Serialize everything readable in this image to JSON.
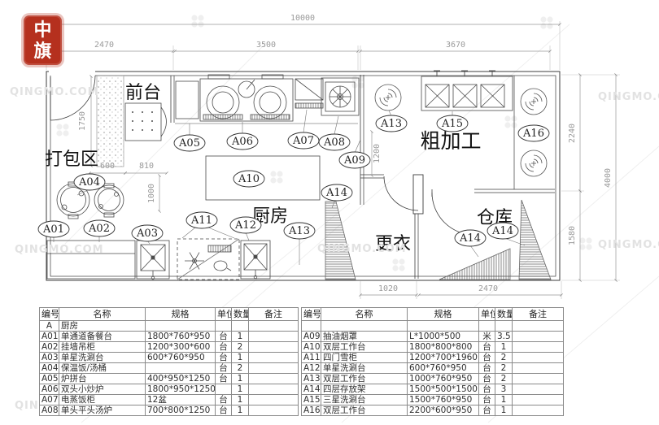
{
  "seal": {
    "char1": "中",
    "char2": "旗"
  },
  "watermark": {
    "text": "QINGMO.COM"
  },
  "plan": {
    "rooms": {
      "front_desk": "前台",
      "packing": "打包区",
      "kitchen": "厨房",
      "rough_prep": "粗加工",
      "changing": "更衣",
      "storage": "仓库"
    },
    "dims": {
      "total": "10000",
      "seg_left": "2470",
      "seg_mid": "3500",
      "seg_right": "3670",
      "entry": "1750",
      "d600": "600",
      "d810": "810",
      "d1000": "1000",
      "d1200": "1200",
      "right_upper": "2240",
      "right_lower": "1580",
      "right_total": "4000",
      "bottom_left": "1020",
      "bottom_right": "2470"
    },
    "tags": [
      "A05",
      "A06",
      "A07",
      "A08",
      "A09",
      "A13",
      "A15",
      "A16",
      "A10",
      "A14",
      "A04",
      "A01",
      "A02",
      "A03",
      "A11",
      "A12",
      "A13",
      "A14",
      "A14"
    ]
  },
  "table": {
    "headers": {
      "id": "编号",
      "name": "名称",
      "spec": "规格",
      "unit": "单位",
      "qty": "数量",
      "note": "备注"
    },
    "category": {
      "id": "A",
      "name": "厨房"
    },
    "category_right": {
      "id": "",
      "name": ""
    },
    "left_rows": [
      {
        "id": "A01",
        "name": "单通道备餐台",
        "spec": "1800*760*950",
        "unit": "台",
        "qty": "1",
        "note": ""
      },
      {
        "id": "A02",
        "name": "挂墙吊柜",
        "spec": "1200*300*600",
        "unit": "台",
        "qty": "2",
        "note": ""
      },
      {
        "id": "A03",
        "name": "单星洗涮台",
        "spec": "600*760*950",
        "unit": "台",
        "qty": "1",
        "note": ""
      },
      {
        "id": "A04",
        "name": "保温饭/汤桶",
        "spec": "",
        "unit": "台",
        "qty": "2",
        "note": ""
      },
      {
        "id": "A05",
        "name": "炉拼台",
        "spec": "400*950*1250",
        "unit": "台",
        "qty": "1",
        "note": ""
      },
      {
        "id": "A06",
        "name": "双头小炒炉",
        "spec": "1800*950*1250",
        "unit": "",
        "qty": "1",
        "note": ""
      },
      {
        "id": "A07",
        "name": "电蒸饭柜",
        "spec": "12盆",
        "unit": "台",
        "qty": "1",
        "note": ""
      },
      {
        "id": "A08",
        "name": "单头平头汤炉",
        "spec": "700*800*1250",
        "unit": "台",
        "qty": "1",
        "note": ""
      }
    ],
    "right_rows": [
      {
        "id": "A09",
        "name": "抽油烟罩",
        "spec": "L*1000*500",
        "unit": "米",
        "qty": "3.5",
        "note": ""
      },
      {
        "id": "A10",
        "name": "双层工作台",
        "spec": "1800*800*800",
        "unit": "台",
        "qty": "1",
        "note": ""
      },
      {
        "id": "A11",
        "name": "四门雪柜",
        "spec": "1200*700*1960",
        "unit": "台",
        "qty": "2",
        "note": ""
      },
      {
        "id": "A12",
        "name": "单星洗涮台",
        "spec": "600*760*950",
        "unit": "台",
        "qty": "2",
        "note": ""
      },
      {
        "id": "A13",
        "name": "双层工作台",
        "spec": "1000*760*950",
        "unit": "台",
        "qty": "2",
        "note": ""
      },
      {
        "id": "A14",
        "name": "四层存放架",
        "spec": "1500*500*1500",
        "unit": "台",
        "qty": "3",
        "note": ""
      },
      {
        "id": "A15",
        "name": "三星洗涮台",
        "spec": "1500*760*950",
        "unit": "台",
        "qty": "1",
        "note": ""
      },
      {
        "id": "A16",
        "name": "双层工作台",
        "spec": "2200*600*950",
        "unit": "台",
        "qty": "1",
        "note": ""
      }
    ]
  }
}
